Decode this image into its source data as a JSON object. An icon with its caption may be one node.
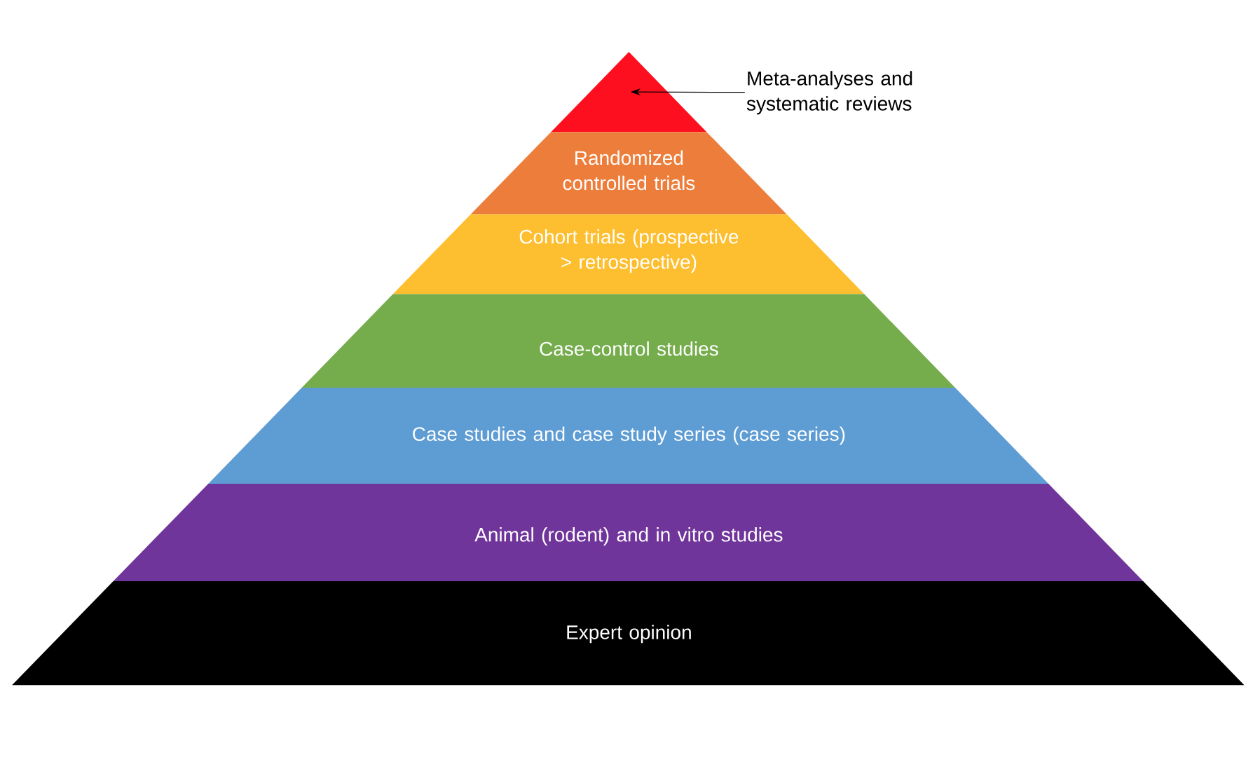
{
  "diagram": {
    "nodes": [
      {
        "text": [
          "Meta-analyses and systematic reviews"
        ]
      },
      {
        "text": [],
        "shape": "triangle"
      },
      {
        "text": [
          "Randomized controlled trials"
        ]
      },
      {
        "text": [
          "Cohort trials (prospective > retrospective)"
        ]
      },
      {
        "text": [
          "Case-control studies"
        ]
      },
      {
        "text": [
          "Case studies and case study series (case series)"
        ]
      },
      {
        "text": [
          "Animal (rodent) and in vitro studies"
        ]
      },
      {
        "text": [
          "Expert opinion"
        ]
      }
    ],
    "edges": [
      {
        "from": 0,
        "to": 1,
        "arrow": "to"
      }
    ]
  }
}
